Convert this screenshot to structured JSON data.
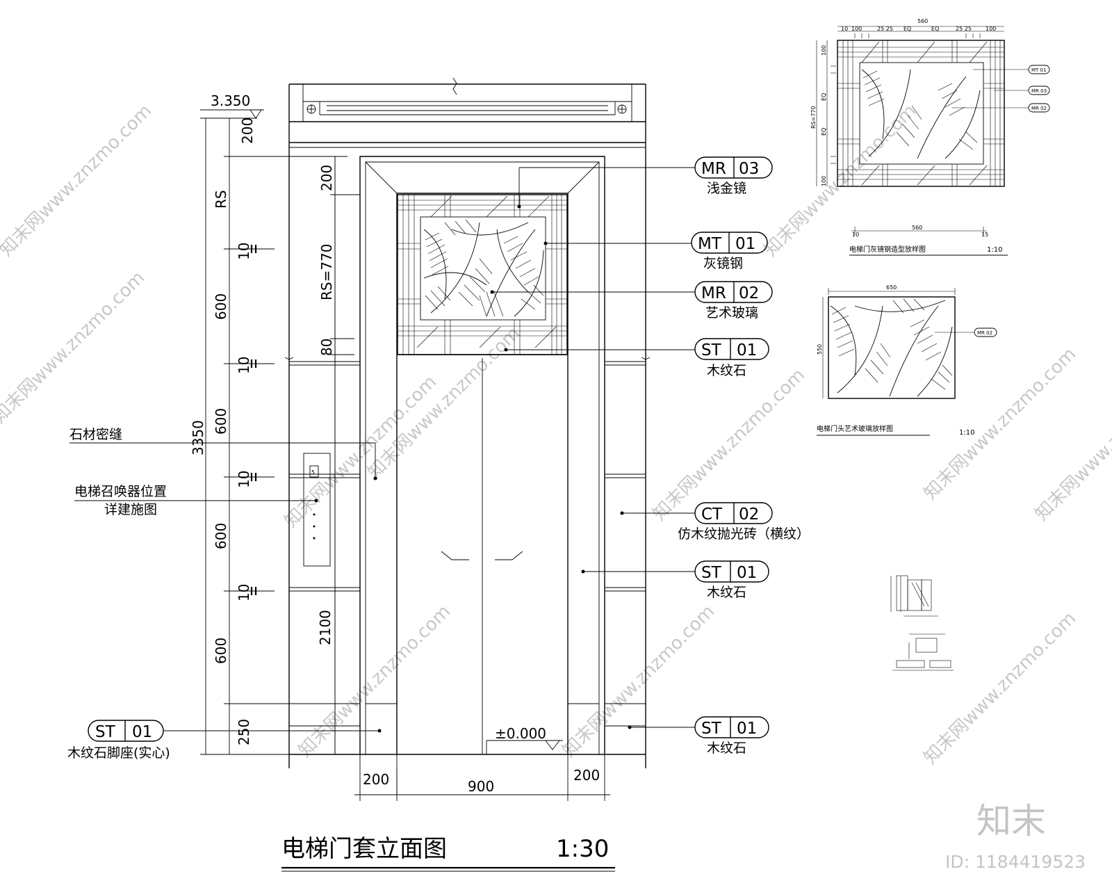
{
  "drawing": {
    "title": "电梯门套立面图",
    "scale": "1:30",
    "level_top": "3.350",
    "level_floor": "±0.000"
  },
  "dims_left": {
    "d200": "200",
    "rs": "RS",
    "d10a": "10",
    "d600a": "600",
    "d10b": "10",
    "d600b": "600",
    "d10c": "10",
    "d600c": "600",
    "d10d": "10",
    "d600d": "600",
    "d250": "250",
    "total": "3350"
  },
  "dims_inner": {
    "d200": "200",
    "rs770": "RS=770",
    "d80": "80",
    "d2100": "2100"
  },
  "dims_bottom": {
    "left": "200",
    "center": "900",
    "right": "200"
  },
  "callouts": [
    {
      "code": "MR",
      "num": "03",
      "label": "浅金镜"
    },
    {
      "code": "MT",
      "num": "01",
      "label": "灰镜钢"
    },
    {
      "code": "MR",
      "num": "02",
      "label": "艺术玻璃"
    },
    {
      "code": "ST",
      "num": "01",
      "label": "木纹石"
    },
    {
      "code": "CT",
      "num": "02",
      "label": "仿木纹抛光砖（横纹）"
    },
    {
      "code": "ST",
      "num": "01",
      "label": "木纹石"
    },
    {
      "code": "ST",
      "num": "01",
      "label": "木纹石"
    }
  ],
  "left_notes": {
    "seam": "石材密缝",
    "caller_1": "电梯召唤器位置",
    "caller_2": "详建施图",
    "base_code": "ST",
    "base_num": "01",
    "base_label": "木纹石脚座(实心)"
  },
  "detail1": {
    "title": "电梯门灰镜钢造型放样图",
    "scale": "1:10",
    "width_label": "560",
    "left_10": "10",
    "right_15": "15",
    "tags": [
      "MT 01",
      "MR 03",
      "MR 02"
    ]
  },
  "detail2": {
    "title": "电梯门头艺术玻璃放样图",
    "scale": "1:10",
    "width_label": "650",
    "tag": "MR 02"
  },
  "watermark": {
    "text": "知末网www.znzmo.com",
    "brand": "知末",
    "id": "ID: 1184419523"
  }
}
